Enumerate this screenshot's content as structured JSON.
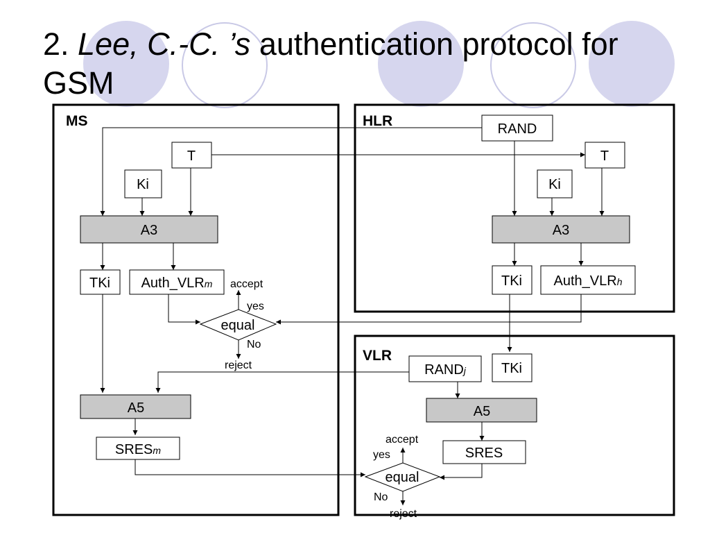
{
  "title": {
    "prefix": "2. ",
    "italic": "Lee, C.-C. ’s",
    "rest": " authentication protocol for GSM"
  },
  "colors": {
    "deco_fill": "#d6d6ee",
    "deco_outline": "#c9c9e6",
    "algo_box": "#c8c8c8",
    "line": "#000000"
  },
  "diagram": {
    "ms": {
      "label": "MS",
      "t": "T",
      "ki": "Ki",
      "a3": "A3",
      "tki": "TKi",
      "auth_base": "Auth_VLR",
      "auth_sub": "m",
      "equal": "equal",
      "accept": "accept",
      "yes": "yes",
      "no": "No",
      "reject": "reject",
      "a5": "A5",
      "sres_base": "SRES",
      "sres_sub": "m"
    },
    "hlr": {
      "label": "HLR",
      "rand": "RAND",
      "t": "T",
      "ki": "Ki",
      "a3": "A3",
      "tki": "TKi",
      "auth_base": "Auth_VLR",
      "auth_sub": "h"
    },
    "vlr": {
      "label": "VLR",
      "rand_base": "RAND",
      "rand_sub": "j",
      "tki": "TKi",
      "a5": "A5",
      "sres": "SRES",
      "equal": "equal",
      "accept": "accept",
      "yes": "yes",
      "no": "No",
      "reject": "reject"
    }
  }
}
